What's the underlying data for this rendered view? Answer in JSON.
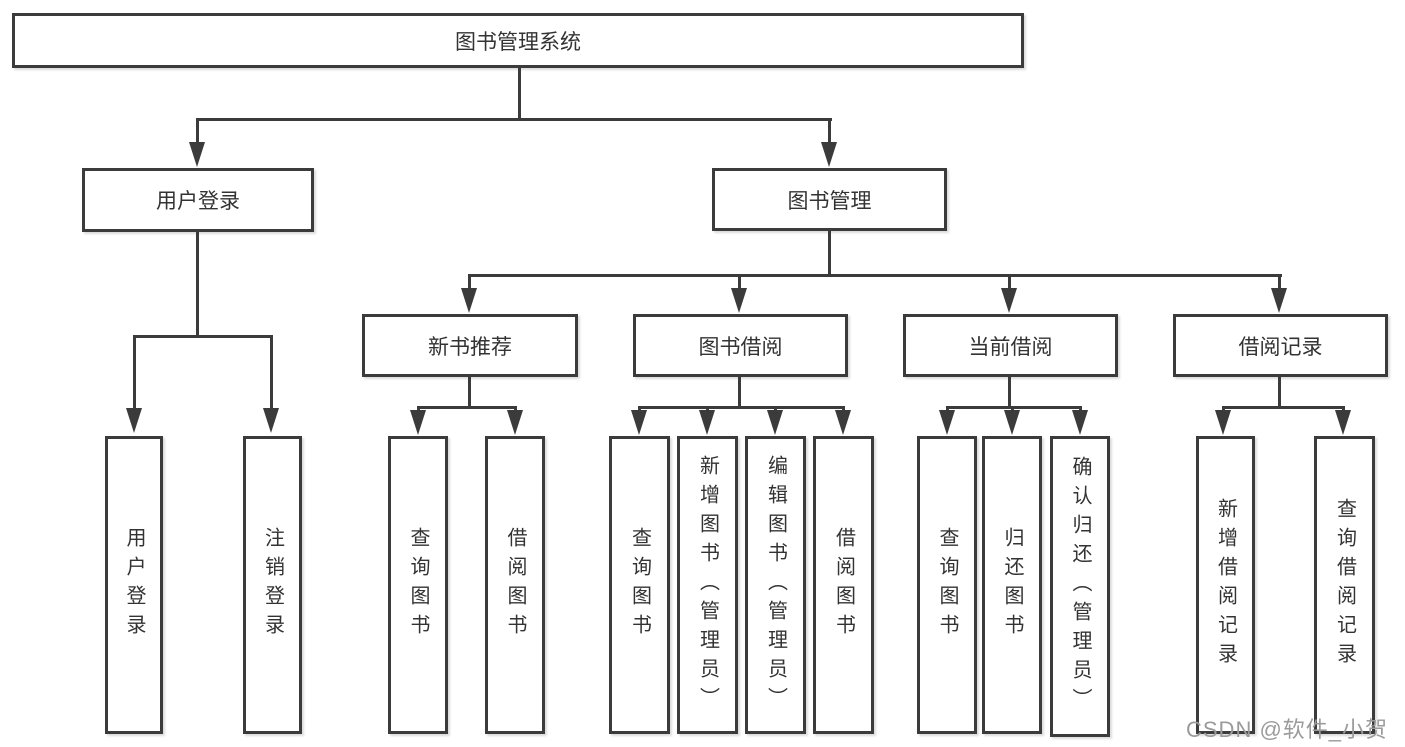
{
  "colors": {
    "line": "#3b3b3b",
    "text": "#333333",
    "watermark": "#9b9b9b",
    "background": "#ffffff"
  },
  "tree": {
    "root": {
      "label": "图书管理系统",
      "children": [
        {
          "label": "用户登录",
          "children": [
            {
              "label": "用户登录"
            },
            {
              "label": "注销登录"
            }
          ]
        },
        {
          "label": "图书管理",
          "children": [
            {
              "label": "新书推荐",
              "children": [
                {
                  "label": "查询图书"
                },
                {
                  "label": "借阅图书"
                }
              ]
            },
            {
              "label": "图书借阅",
              "children": [
                {
                  "label": "查询图书"
                },
                {
                  "label": "新增图书（管理员）"
                },
                {
                  "label": "编辑图书（管理员）"
                },
                {
                  "label": "借阅图书"
                }
              ]
            },
            {
              "label": "当前借阅",
              "children": [
                {
                  "label": "查询图书"
                },
                {
                  "label": "归还图书"
                },
                {
                  "label": "确认归还（管理员）"
                }
              ]
            },
            {
              "label": "借阅记录",
              "children": [
                {
                  "label": "新增借阅记录"
                },
                {
                  "label": "查询借阅记录"
                }
              ]
            }
          ]
        }
      ]
    }
  },
  "watermark": {
    "text": "CSDN @软件_小贺同学"
  }
}
